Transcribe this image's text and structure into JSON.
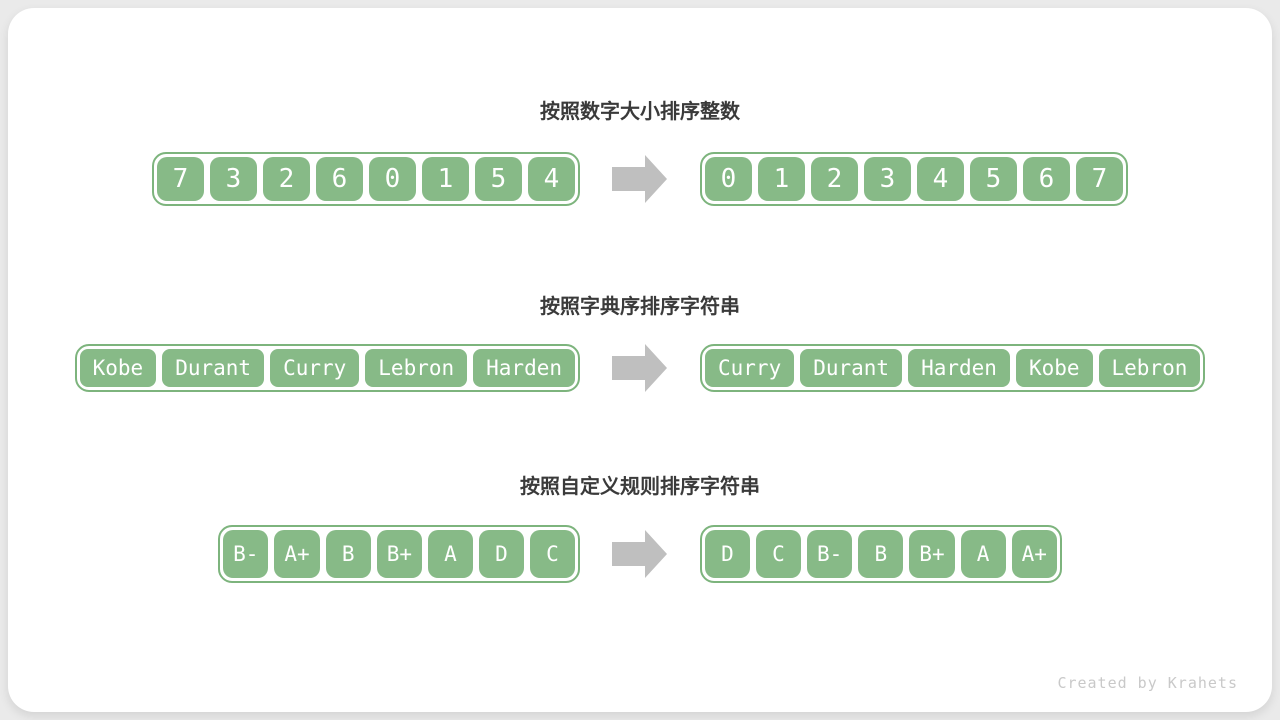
{
  "colors": {
    "page_bg": "#eaeaea",
    "card_bg": "#ffffff",
    "cell_green": "#87ba87",
    "border_green": "#7db47d",
    "cell_text": "#ffffff",
    "title_text": "#3a3a3a",
    "arrow_gray": "#bfbfbf",
    "watermark_text": "#c9c9c9"
  },
  "icons": {
    "between_arrays": "arrow-right-icon"
  },
  "watermark": "Created by Krahets",
  "sections": [
    {
      "title": "按照数字大小排序整数",
      "before": [
        "7",
        "3",
        "2",
        "6",
        "0",
        "1",
        "5",
        "4"
      ],
      "after": [
        "0",
        "1",
        "2",
        "3",
        "4",
        "5",
        "6",
        "7"
      ]
    },
    {
      "title": "按照字典序排序字符串",
      "before": [
        "Kobe",
        "Durant",
        "Curry",
        "Lebron",
        "Harden"
      ],
      "after": [
        "Curry",
        "Durant",
        "Harden",
        "Kobe",
        "Lebron"
      ]
    },
    {
      "title": "按照自定义规则排序字符串",
      "before": [
        "B-",
        "A+",
        "B",
        "B+",
        "A",
        "D",
        "C"
      ],
      "after": [
        "D",
        "C",
        "B-",
        "B",
        "B+",
        "A",
        "A+"
      ]
    }
  ]
}
